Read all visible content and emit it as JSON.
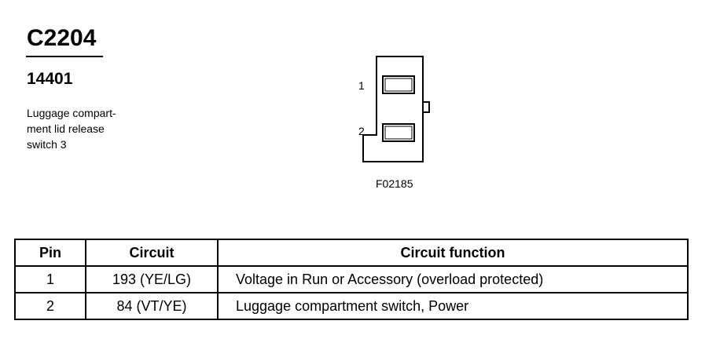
{
  "connector": {
    "id": "C2204",
    "part_number": "14401",
    "description_lines": [
      "Luggage compart-",
      "ment lid release",
      "switch 3"
    ]
  },
  "diagram": {
    "pin_labels": [
      "1",
      "2"
    ],
    "figure_code": "F02185"
  },
  "table": {
    "headers": [
      "Pin",
      "Circuit",
      "Circuit function"
    ],
    "rows": [
      {
        "pin": "1",
        "circuit": "193 (YE/LG)",
        "function": "Voltage in Run or Accessory (overload protected)"
      },
      {
        "pin": "2",
        "circuit": "84 (VT/YE)",
        "function": "Luggage compartment switch, Power"
      }
    ]
  }
}
